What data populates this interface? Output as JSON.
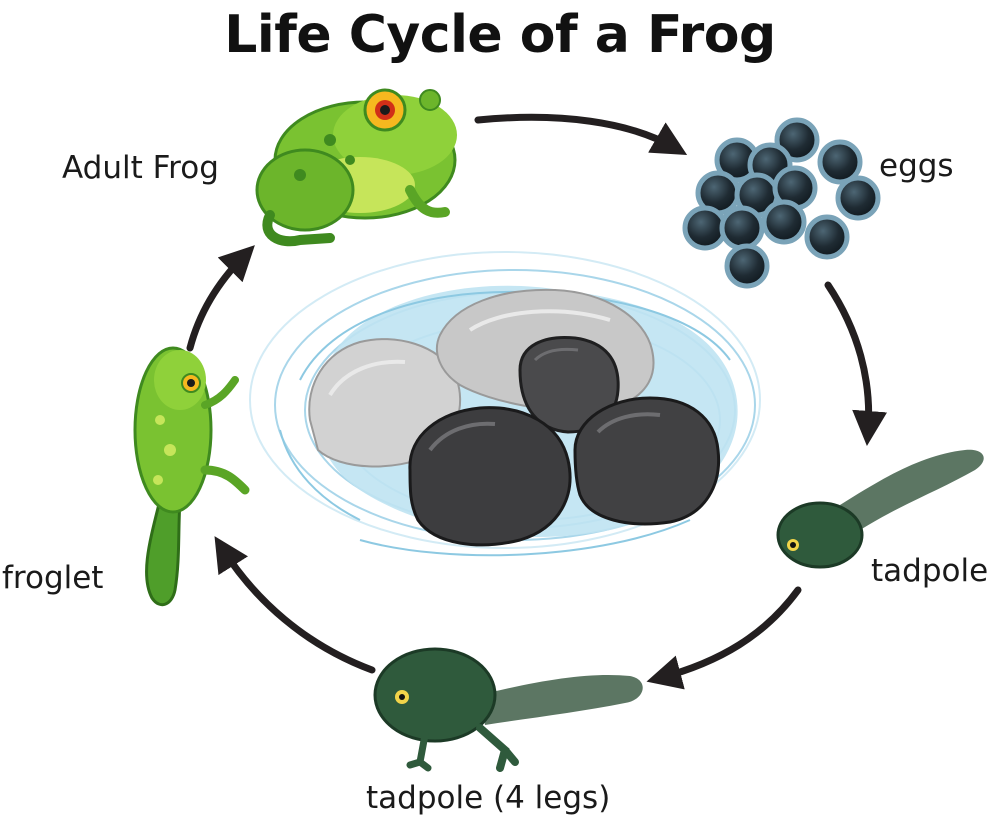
{
  "title": "Life Cycle of a Frog",
  "stages": {
    "adult_frog": "Adult Frog",
    "eggs": "eggs",
    "tadpole": "tadpole",
    "tadpole_4_legs": "tadpole (4 legs)",
    "froglet": "froglet"
  },
  "colors": {
    "arrow": "#231f20",
    "frog_green": "#7ac231",
    "frog_light": "#c6e55a",
    "frog_dark": "#3f8a1f",
    "tadpole_green": "#2f5a3c",
    "egg": "#2a3a44",
    "water": "#bfe3f2",
    "rock_dark": "#3a3a3c",
    "rock_light": "#c9c9c9"
  }
}
